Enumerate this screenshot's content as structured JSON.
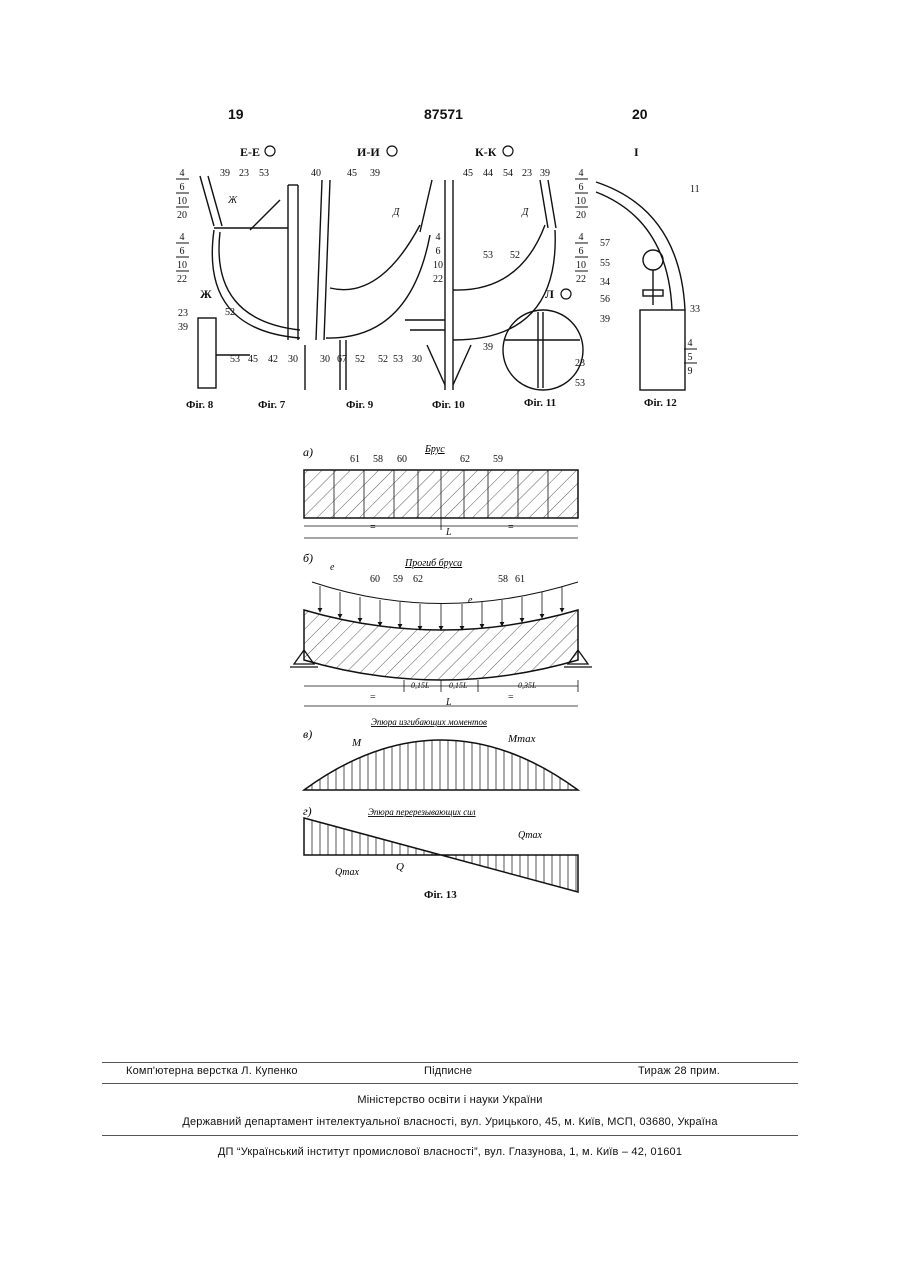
{
  "header": {
    "page_left": "19",
    "patent_number": "87571",
    "page_right": "20"
  },
  "figures_top": {
    "section_labels": [
      "Е-Е",
      "И-И",
      "К-К",
      "І",
      "Ж",
      "Л"
    ],
    "captions": [
      "Фіг. 8",
      "Фіг. 7",
      "Фіг. 9",
      "Фіг. 10",
      "Фіг. 11",
      "Фіг. 12"
    ],
    "callouts": [
      "39",
      "23",
      "53",
      "40",
      "45",
      "39",
      "45",
      "44",
      "54",
      "23",
      "39",
      "11",
      "57",
      "55",
      "34",
      "56",
      "33",
      "39",
      "52",
      "52",
      "53",
      "52",
      "23",
      "39",
      "53",
      "45",
      "42",
      "30",
      "30",
      "67",
      "52",
      "53",
      "30",
      "39",
      "23",
      "53"
    ],
    "view_letters": [
      "Д",
      "Д",
      "Ж"
    ],
    "stack_a": [
      "4",
      "6",
      "10",
      "20"
    ],
    "stack_b": [
      "4",
      "6",
      "10",
      "22"
    ],
    "stack_c": [
      "4",
      "5",
      "9"
    ]
  },
  "fig13": {
    "caption": "Фіг. 13",
    "part_a": {
      "letter": "а)",
      "title": "Брус",
      "labels": [
        "61",
        "58",
        "60",
        "62",
        "59"
      ],
      "dim": "L",
      "eq": "="
    },
    "part_b": {
      "letter": "б)",
      "title": "Прогиб бруса",
      "labels": [
        "60",
        "59",
        "62",
        "58",
        "61"
      ],
      "load": "e",
      "dims": [
        "0,15L",
        "0,15L",
        "0,35L"
      ],
      "span": "L",
      "eq": "="
    },
    "part_v": {
      "letter": "в)",
      "title": "Эпюра изгибающих моментов",
      "m": "M",
      "mmax": "Mmax"
    },
    "part_g": {
      "letter": "г)",
      "title": "Эпюра перерезывающих сил",
      "qmax_right": "Qmax",
      "qmax_left": "Qmax",
      "q": "Q"
    }
  },
  "footer": {
    "typesetting": "Комп'ютерна верстка Л. Купенко",
    "signed": "Підписне",
    "circulation": "Тираж 28 прим.",
    "ministry": "Міністерство освіти і науки України",
    "department": "Державний департамент інтелектуальної власності, вул. Урицького, 45, м. Київ, МСП, 03680, Україна",
    "institute": "ДП “Український інститут промислової власності”, вул. Глазунова, 1, м. Київ – 42, 01601"
  }
}
